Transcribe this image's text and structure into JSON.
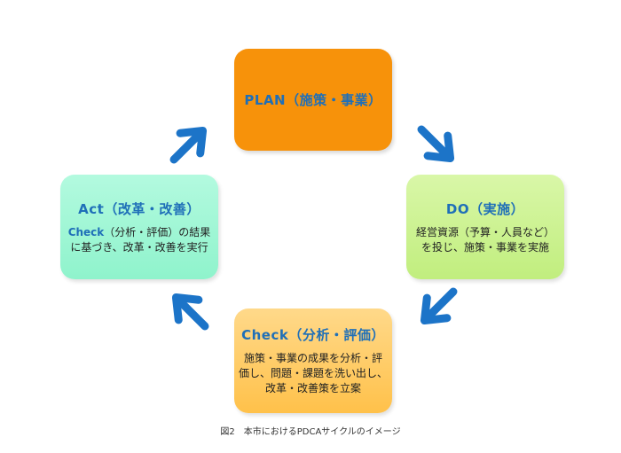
{
  "plan": {
    "title": "PLAN（施策・事業）"
  },
  "do": {
    "title": "DO（実施）",
    "desc": "経営資源（予算・人員など）\nを投じ、施策・事業を実施"
  },
  "check": {
    "title": "Check（分析・評価）",
    "desc": "施策・事業の成果を分析・評\n価し、問題・課題を洗い出し、\n改革・改善策を立案"
  },
  "act": {
    "title": "Act（改革・改善）",
    "desc_highlight": "Check",
    "desc_rest": "（分析・評価）の結果\nに基づき、改革・改善を実行"
  },
  "caption": "図2　本市におけるPDCAサイクルのイメージ",
  "colors": {
    "arrow": "#1c74c8",
    "title": "#1f6fb8",
    "plan_box": "#f7920a"
  },
  "icons": [
    "arrow-plan-to-do",
    "arrow-do-to-check",
    "arrow-check-to-act",
    "arrow-act-to-plan"
  ]
}
